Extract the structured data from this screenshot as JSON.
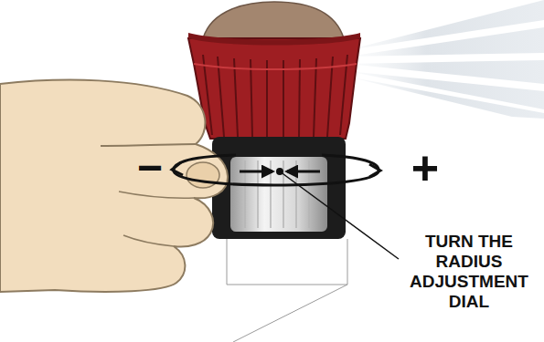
{
  "diagram": {
    "labels": [
      "−",
      "+",
      "TURN THE RADIUS ADJUSTMENT DIAL"
    ]
  }
}
